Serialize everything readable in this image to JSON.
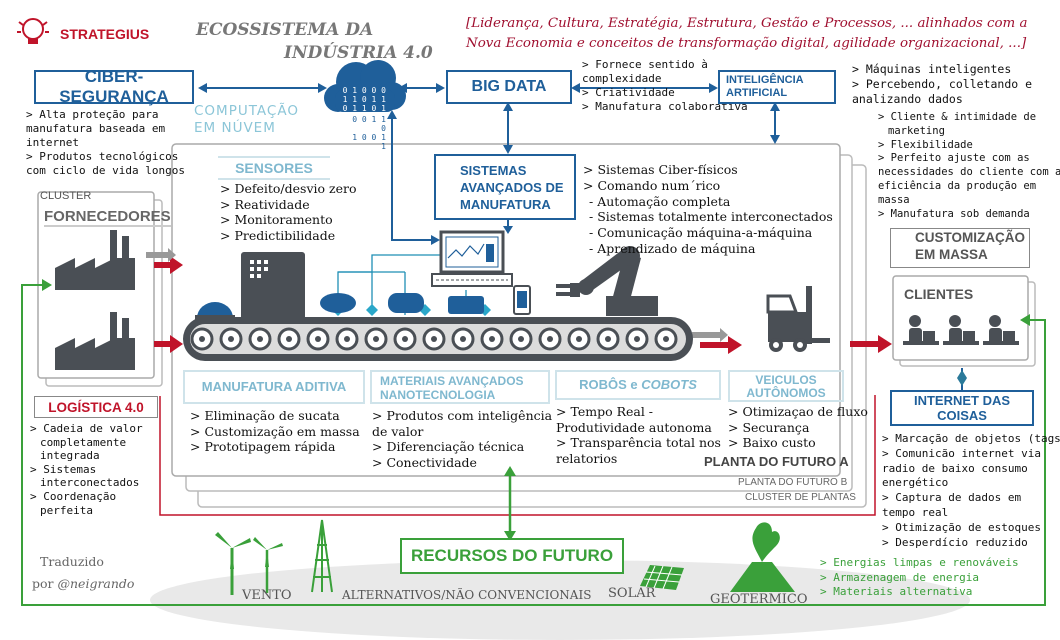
{
  "brand": {
    "name": "STRATEGIUS"
  },
  "title": {
    "line1": "ECOSSISTEMA DA",
    "line2": "INDÚSTRIA 4.0"
  },
  "tagline": {
    "line1": "[Liderança, Cultura, Estratégia, Estrutura, Gestão e Processos, ... alinhados com a",
    "line2": "Nova Economia e conceitos de transformação digital, agilidade organizacional, ...]"
  },
  "cyber": {
    "label": "CIBER-SEGURANÇA",
    "items": [
      "> Alta proteção para",
      "manufatura baseada em",
      "internet",
      "> Produtos tecnológicos",
      "com ciclo de vida longos"
    ]
  },
  "cloud": {
    "label_line1": "COMPUTAÇÃO",
    "label_line2": "EM NÚVEM",
    "binary": [
      "0 1 0 0 0",
      "1 1 0 1 1",
      "0 1 1 0 1",
      "0 0 1 1 0",
      "1 0 0 1",
      "1"
    ]
  },
  "bigdata": {
    "label": "BIG DATA",
    "items": [
      "> Fornece sentido à",
      "complexidade",
      "> Criatividade",
      "> Manufatura colaborativa"
    ]
  },
  "ai": {
    "label_line1": "INTELIGÊNCIA",
    "label_line2": "ARTIFICIAL",
    "items": [
      "> Máquinas inteligentes",
      "> Percebendo, colletando e",
      "analizando dados"
    ]
  },
  "customization_items": [
    "> Cliente & intimidade de",
    "marketing",
    "> Flexibilidade",
    "> Perfeito ajuste com as",
    "necessidades do cliente com a",
    "eficiência da produção em",
    "massa",
    "> Manufatura sob demanda"
  ],
  "cluster": {
    "label": "CLUSTER",
    "fornecedores": "FORNECEDORES"
  },
  "sensores": {
    "label": "SENSORES",
    "items": [
      "> Defeito/desvio zero",
      "> Reatividade",
      "> Monitoramento",
      "> Predictibilidade"
    ]
  },
  "sam": {
    "label_line1": "SISTEMAS",
    "label_line2": "AVANÇADOS DE",
    "label_line3": "MANUFATURA",
    "items": [
      "> Sistemas Ciber-físicos",
      "> Comando num´rico",
      "- Automação completa",
      "- Sistemas totalmente interconectados",
      "- Comunicação máquina-a-máquina",
      "- Aprendizado de máquina"
    ]
  },
  "custom_mass": {
    "label_line1": "CUSTOMIZAÇÃO",
    "label_line2": "EM MASSA"
  },
  "clientes": {
    "label": "CLIENTES"
  },
  "manufatura_aditiva": {
    "label": "MANUFATURA ADITIVA",
    "items": [
      "> Eliminação de sucata",
      "> Customização em massa",
      "> Prototipagem rápida"
    ]
  },
  "materiais": {
    "label_line1": "MATERIAIS AVANÇADOS",
    "label_line2": "NANOTECNOLOGIA",
    "items": [
      "> Produtos com inteligência",
      "de valor",
      "> Diferenciação técnica",
      "> Conectividade"
    ]
  },
  "robos": {
    "label_a": "ROBÔS e ",
    "label_b": "COBOTS",
    "items": [
      "> Tempo Real -",
      "Produtividade autonoma",
      "> Transparência total nos",
      "relatorios"
    ]
  },
  "veiculos": {
    "label_line1": "VEICULOS",
    "label_line2": "AUTÔNOMOS",
    "items": [
      "> Otimizaçao de fluxo",
      "> Securança",
      "> Baixo custo"
    ]
  },
  "plants": {
    "a": "PLANTA DO FUTURO A",
    "b": "PLANTA DO FUTURO B",
    "cluster": "CLUSTER DE PLANTAS"
  },
  "logistica": {
    "label": "LOGÍSTICA 4.0",
    "items": [
      "> Cadeia de valor",
      "completamente",
      "integrada",
      "> Sistemas",
      "interconectados",
      "> Coordenação",
      "perfeita"
    ]
  },
  "iot": {
    "label": "INTERNET DAS COISAS",
    "items": [
      "> Marcação de objetos (tags)",
      "> Comunicão internet via",
      "radio de baixo consumo",
      "energético",
      "> Captura de dados em",
      "tempo real",
      "> Otimização de estoques",
      "> Desperdício reduzido"
    ]
  },
  "recursos": {
    "label": "RECURSOS DO FUTURO",
    "vento": "VENTO",
    "alternativos": "ALTERNATIVOS/NÃO CONVENCIONAIS",
    "solar": "SOLAR",
    "geotermico": "GEOTERMICO",
    "green_items": [
      "> Energias limpas e renováveis",
      "> Armazenagem de energia",
      "> Materiais alternativa"
    ]
  },
  "credit": {
    "line1": "Traduzido",
    "line2a": "por",
    "line2b": "@neigrando"
  },
  "colors": {
    "blue": "#1f5f9a",
    "teal": "#7fb8cf",
    "red": "#c0142a",
    "green": "#3aa03a",
    "dark": "#4a4f55"
  }
}
